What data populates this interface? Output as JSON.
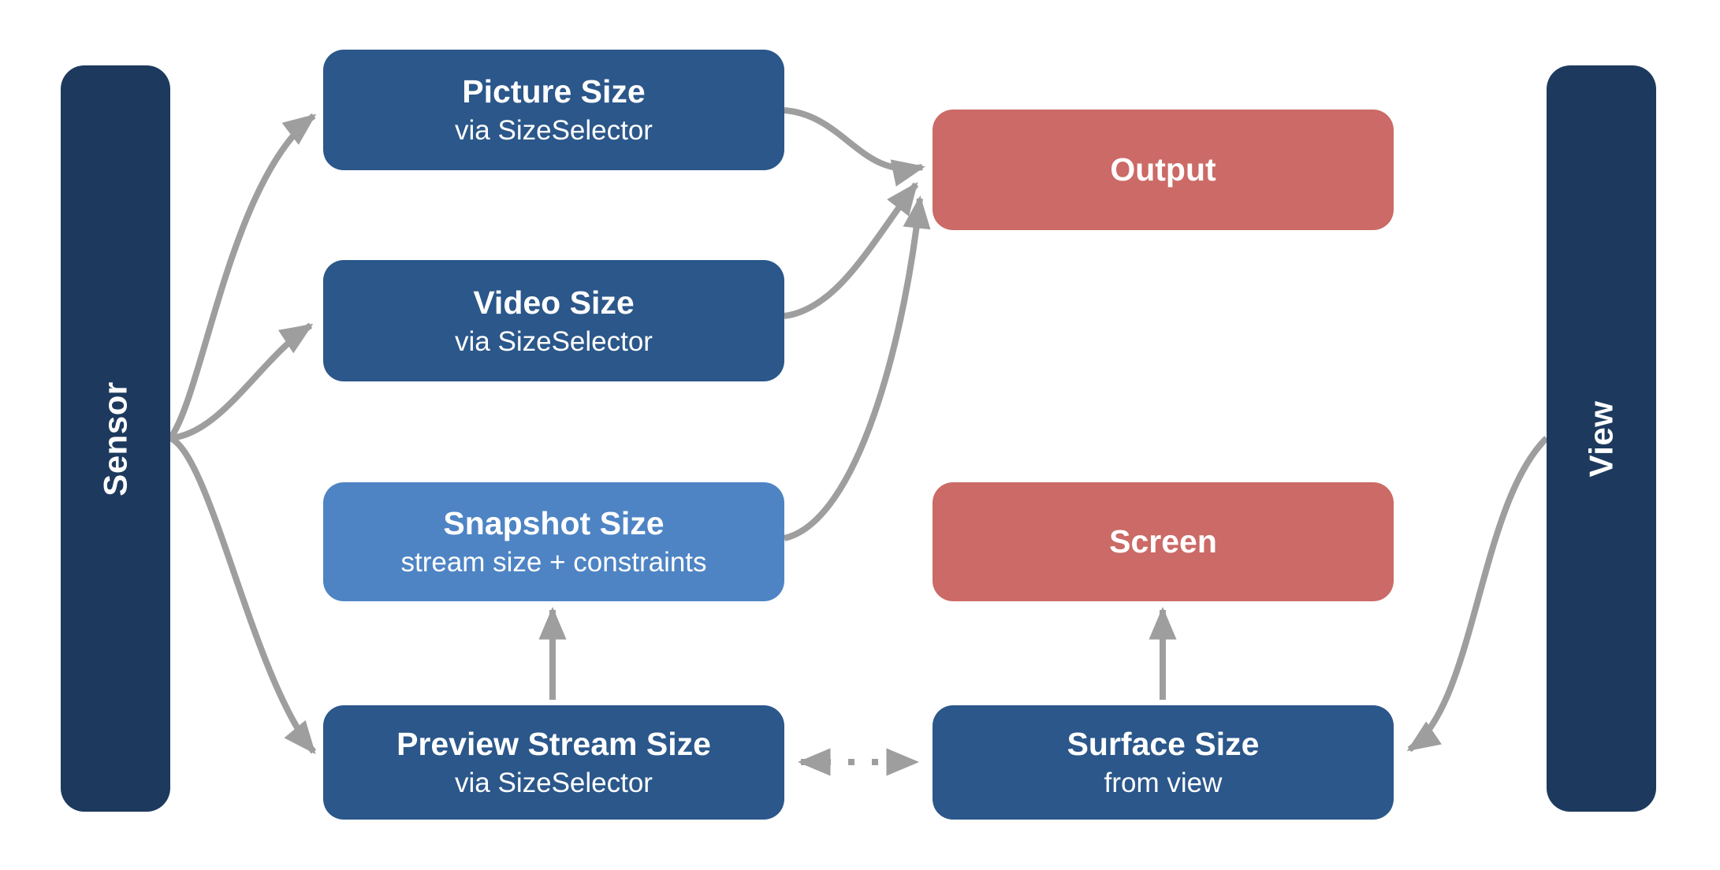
{
  "bars": {
    "sensor": {
      "label": "Sensor"
    },
    "view": {
      "label": "View"
    }
  },
  "nodes": {
    "picture_size": {
      "title": "Picture Size",
      "subtitle": "via SizeSelector"
    },
    "video_size": {
      "title": "Video Size",
      "subtitle": "via SizeSelector"
    },
    "snapshot_size": {
      "title": "Snapshot Size",
      "subtitle": "stream size + constraints"
    },
    "preview_stream_size": {
      "title": "Preview Stream Size",
      "subtitle": "via SizeSelector"
    },
    "output": {
      "title": "Output"
    },
    "screen": {
      "title": "Screen"
    },
    "surface_size": {
      "title": "Surface Size",
      "subtitle": "from view"
    }
  },
  "colors": {
    "bar_navy": "#1D3A5E",
    "node_blue": "#2B578A",
    "node_light_blue": "#4E84C4",
    "node_red": "#CB6A66",
    "arrow_gray": "#9E9E9E",
    "text": "#FFFFFF",
    "background": "#FFFFFF"
  },
  "edges": [
    {
      "from": "sensor",
      "to": "picture_size",
      "style": "solid",
      "bidirectional": false
    },
    {
      "from": "sensor",
      "to": "video_size",
      "style": "solid",
      "bidirectional": false
    },
    {
      "from": "sensor",
      "to": "preview_stream_size",
      "style": "solid",
      "bidirectional": false
    },
    {
      "from": "picture_size",
      "to": "output",
      "style": "solid",
      "bidirectional": false
    },
    {
      "from": "video_size",
      "to": "output",
      "style": "solid",
      "bidirectional": false
    },
    {
      "from": "snapshot_size",
      "to": "output",
      "style": "solid",
      "bidirectional": false
    },
    {
      "from": "preview_stream_size",
      "to": "snapshot_size",
      "style": "solid",
      "bidirectional": false
    },
    {
      "from": "surface_size",
      "to": "screen",
      "style": "solid",
      "bidirectional": false
    },
    {
      "from": "preview_stream_size",
      "to": "surface_size",
      "style": "dotted",
      "bidirectional": true
    },
    {
      "from": "view",
      "to": "surface_size",
      "style": "solid",
      "bidirectional": false
    }
  ]
}
